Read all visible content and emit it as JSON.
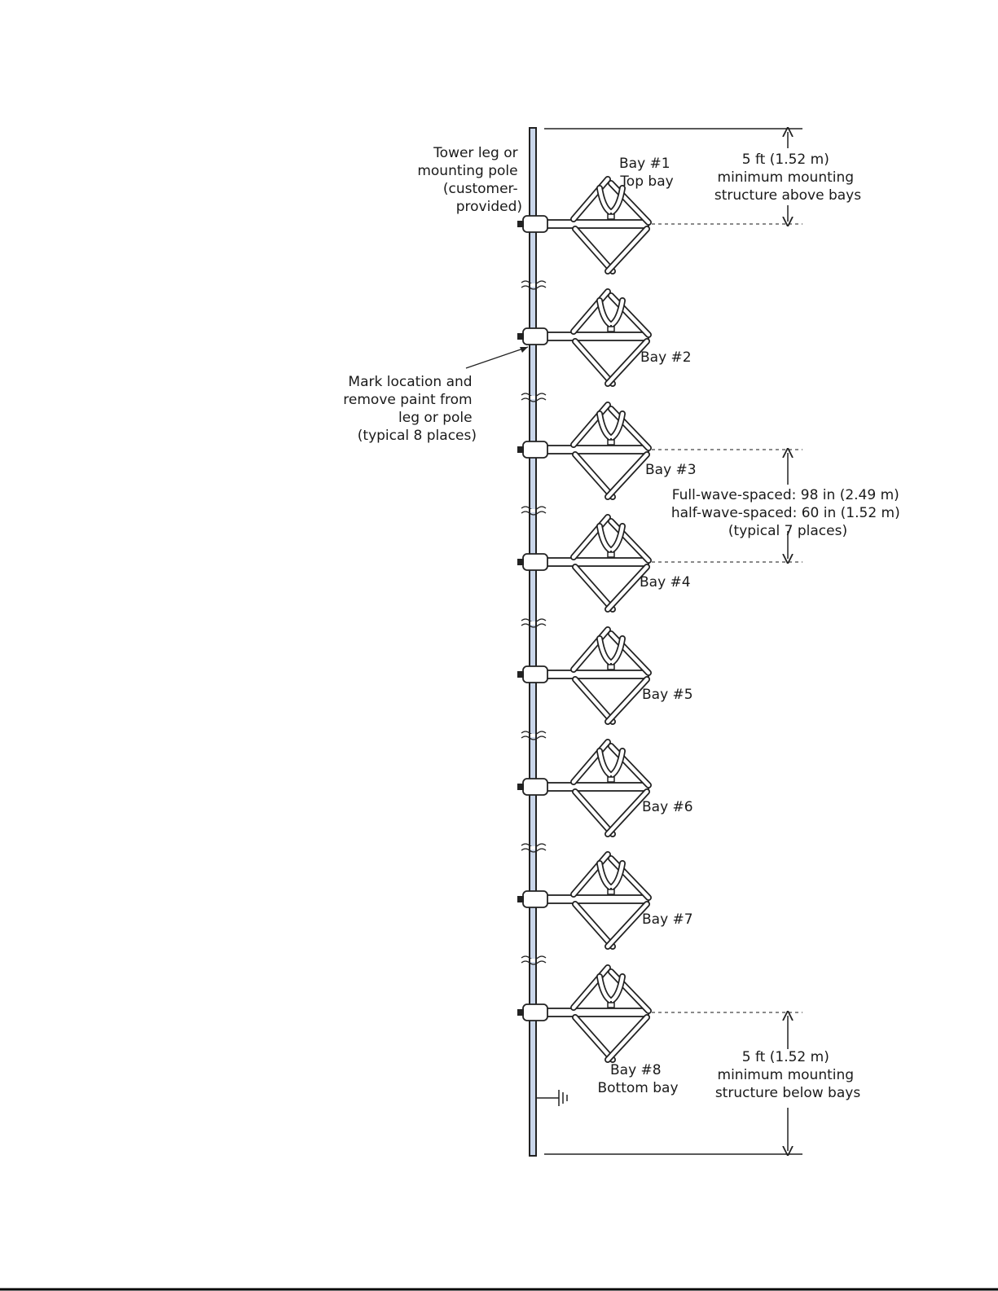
{
  "diagram": {
    "pole_label": [
      "Tower leg or",
      "mounting pole",
      "(customer-",
      "provided)"
    ],
    "mark_label": [
      "Mark location and",
      "remove paint from",
      "leg or pole",
      "(typical 8 places)"
    ],
    "top_dim_label": [
      "5 ft (1.52 m)",
      "minimum mounting",
      "structure above bays"
    ],
    "spacing_label": [
      "Full-wave-spaced: 98 in (2.49 m)",
      "half-wave-spaced: 60 in (1.52 m)",
      "(typical 7 places)"
    ],
    "bottom_dim_label": [
      "5 ft (1.52 m)",
      "minimum mounting",
      "structure below bays"
    ],
    "bays": [
      {
        "label": [
          "Bay #1",
          "Top bay"
        ]
      },
      {
        "label": [
          "Bay #2"
        ]
      },
      {
        "label": [
          "Bay #3"
        ]
      },
      {
        "label": [
          "Bay #4"
        ]
      },
      {
        "label": [
          "Bay #5"
        ]
      },
      {
        "label": [
          "Bay #6"
        ]
      },
      {
        "label": [
          "Bay #7"
        ]
      },
      {
        "label": [
          "Bay #8",
          "Bottom bay"
        ]
      }
    ],
    "colors": {
      "pole_fill": "#c9d6ea",
      "line": "#222222",
      "footer_rule": "#000000"
    }
  }
}
